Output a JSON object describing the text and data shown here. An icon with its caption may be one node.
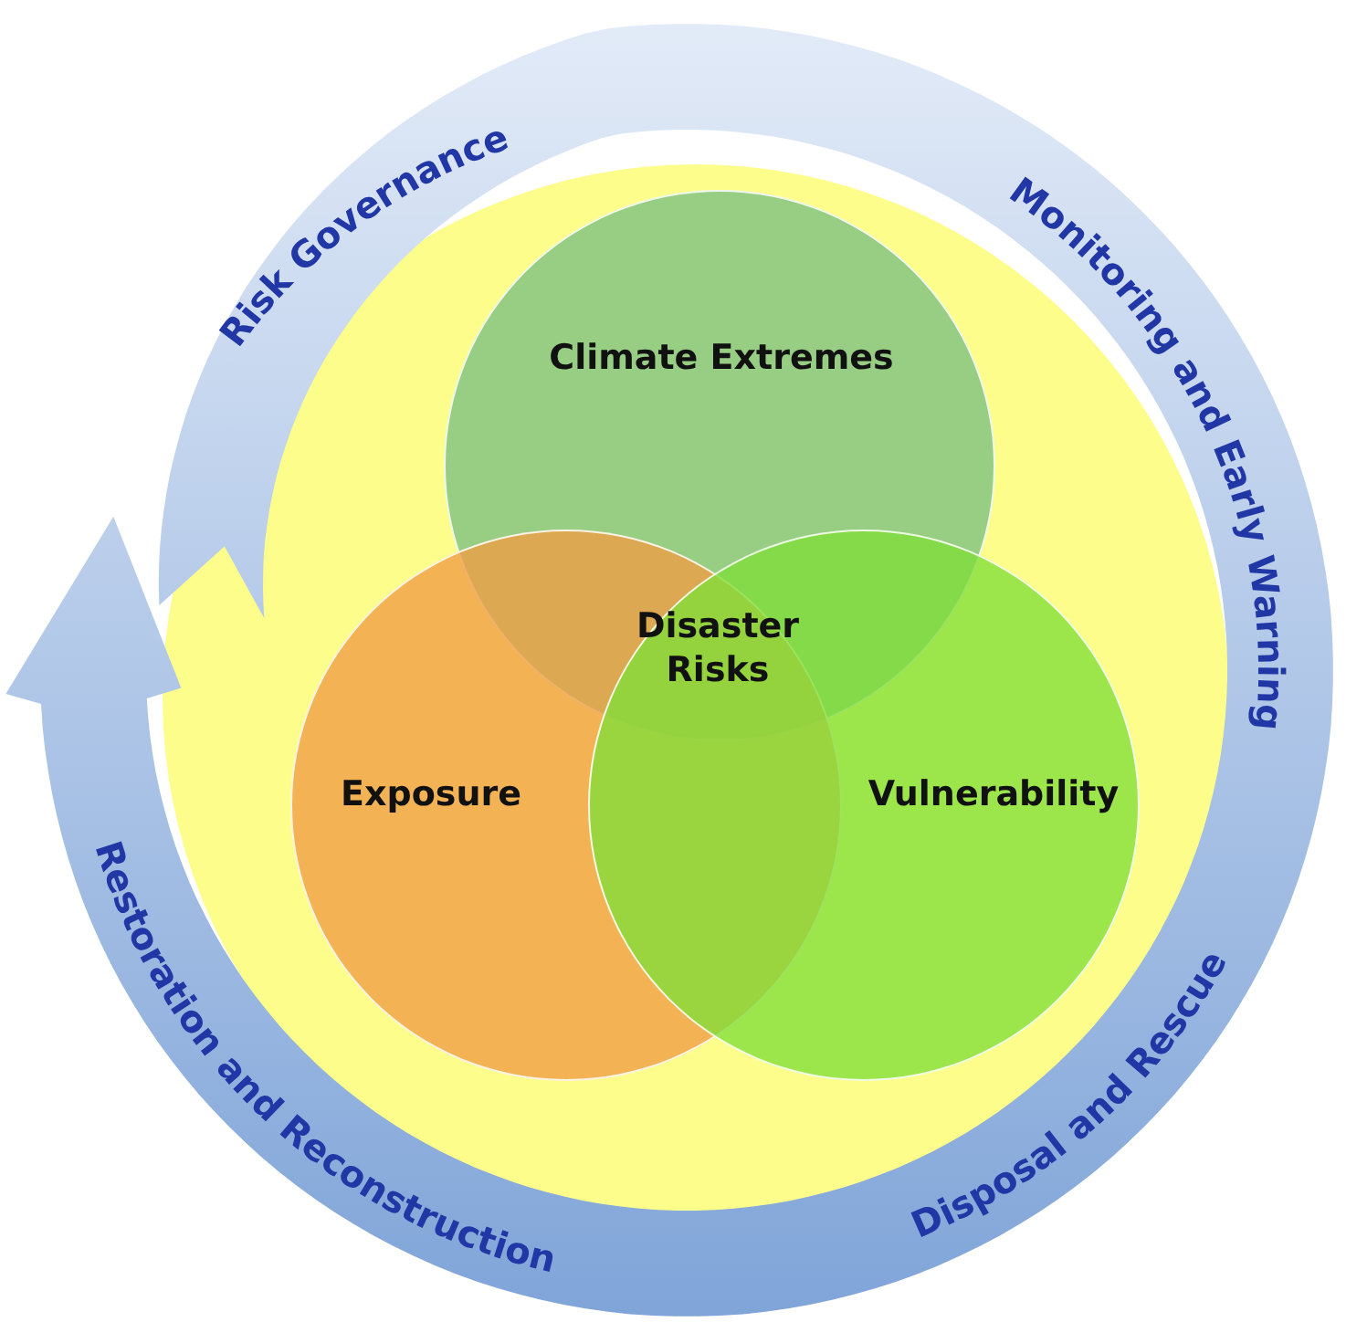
{
  "diagram": {
    "nodes": [
      {
        "text": [
          "Climate Extremes"
        ]
      },
      {
        "text": [
          "Exposure"
        ]
      },
      {
        "text": [
          "Vulnerability"
        ]
      }
    ],
    "labels": [
      "Disaster Risks",
      "Risk Governance",
      "Monitoring and Early Warning",
      "Disposal and Rescue",
      "Restoration and Reconstruction"
    ]
  }
}
